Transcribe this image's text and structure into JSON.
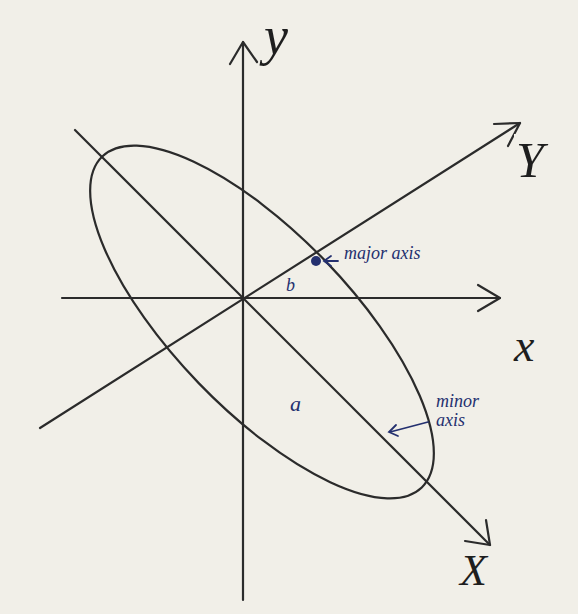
{
  "diagram": {
    "labels": [
      "y",
      "Y",
      "x",
      "X",
      "b",
      "a",
      "major axis",
      "minor axis"
    ]
  }
}
